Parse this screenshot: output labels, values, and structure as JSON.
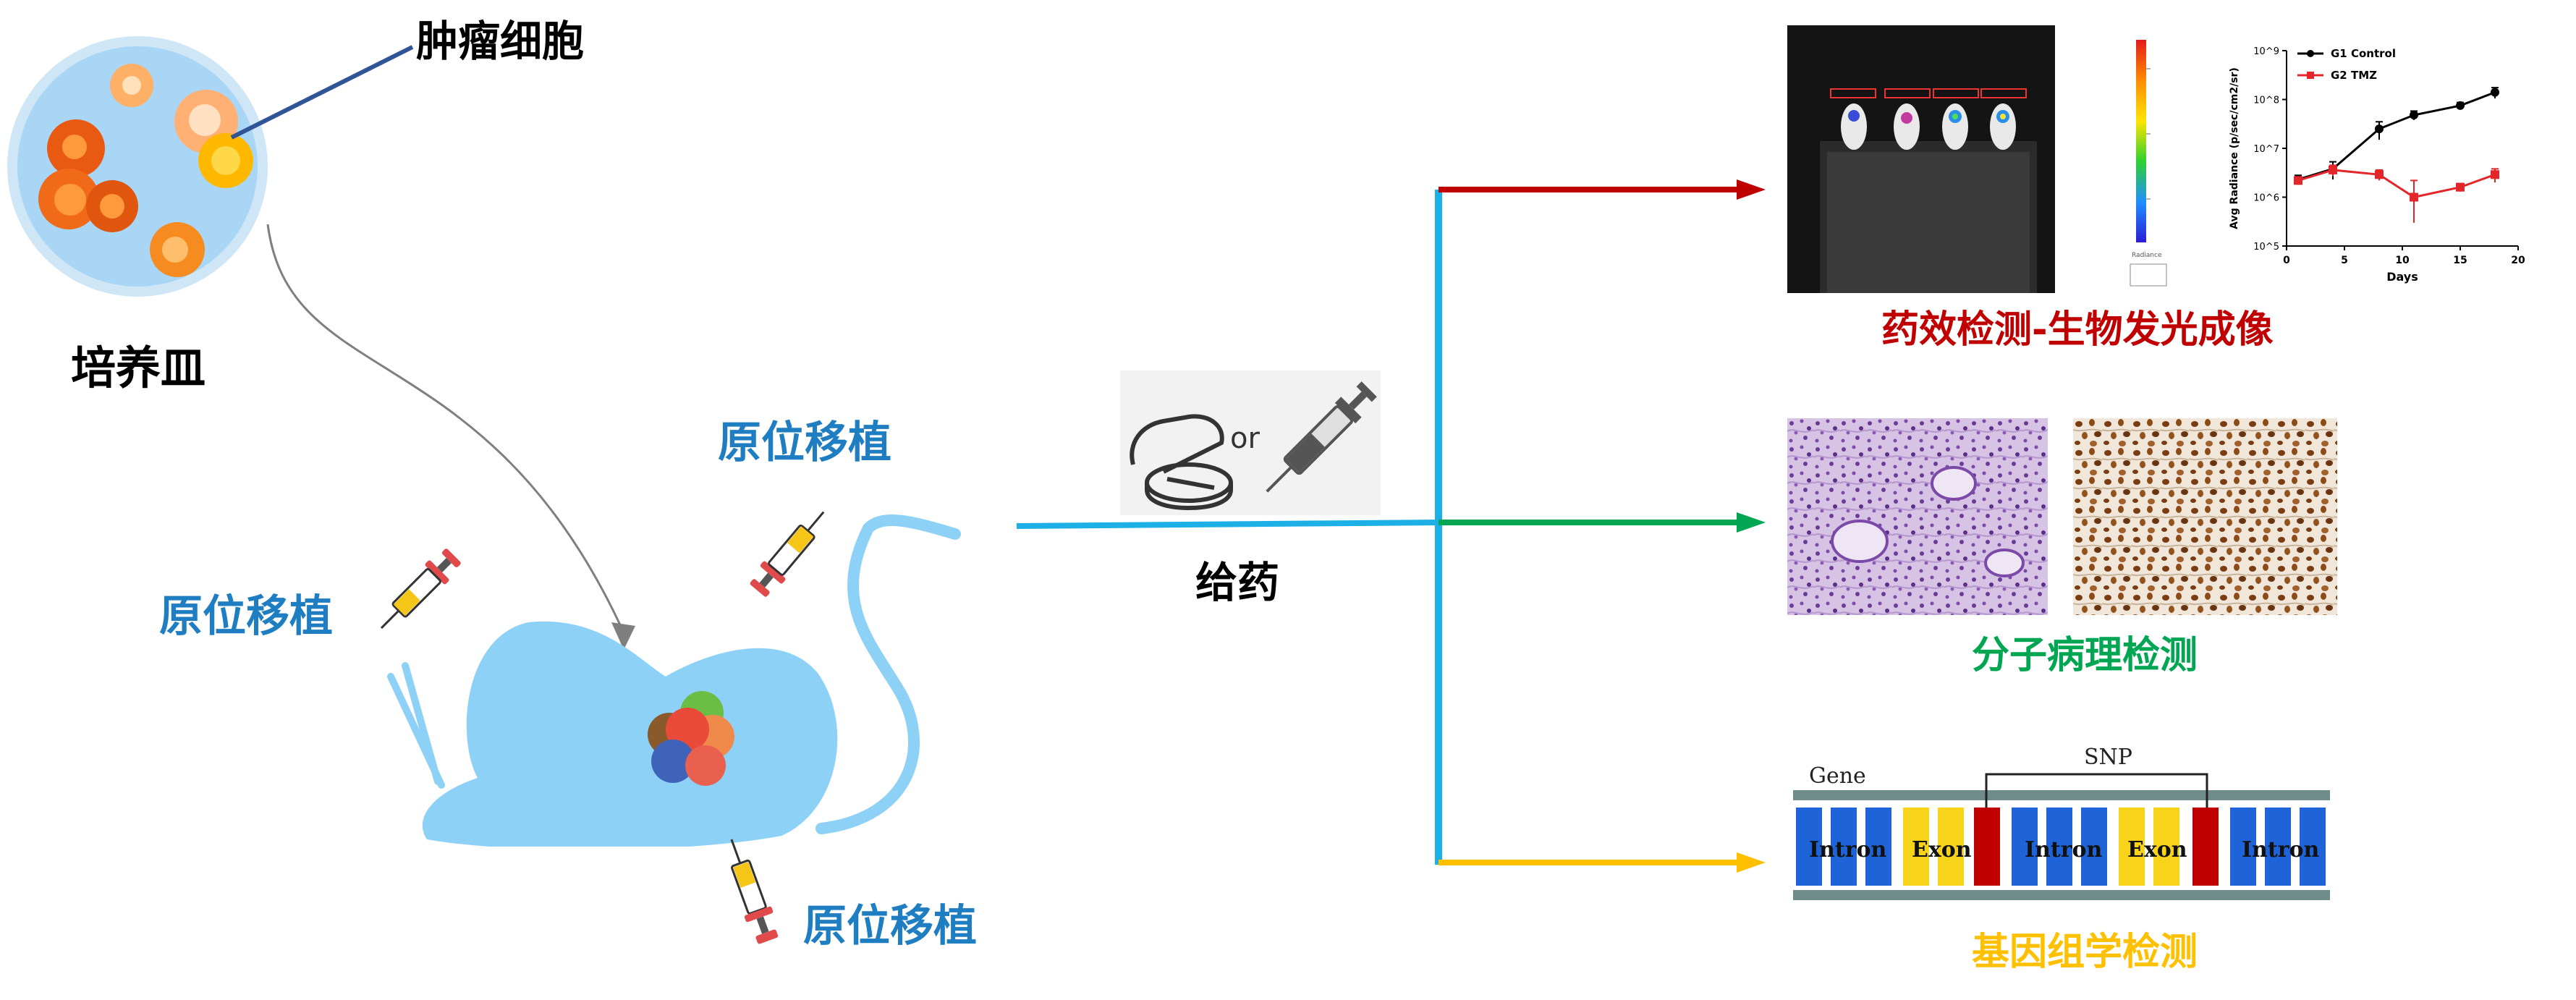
{
  "culture": {
    "tumor_cells_label": "肿瘤细胞",
    "dish_label": "培养皿"
  },
  "implant": {
    "label_top": "原位移植",
    "label_left": "原位移植",
    "label_bottom": "原位移植"
  },
  "dosing": {
    "or_text": "or",
    "label": "给药"
  },
  "colors": {
    "dish_fill": "#a9d6f5",
    "mouse_fill": "#8ed1f6",
    "trunk_line": "#1cb0e6",
    "pointer_line": "#2f5597",
    "arrow_red": "#c00000",
    "arrow_green": "#00a651",
    "arrow_yellow": "#ffc000",
    "implant_label": "#1f7ec2"
  },
  "branches": {
    "imaging": {
      "title": "药效检测-生物发光成像",
      "colorbar_label": "Radiance"
    },
    "pathology": {
      "title": "分子病理检测"
    },
    "genomics": {
      "title": "基因组学检测",
      "gene_label": "Gene",
      "snp_label": "SNP",
      "segments": [
        "Intron",
        "Exon",
        "Intron",
        "Exon",
        "Intron"
      ]
    }
  },
  "chart_data": {
    "type": "line",
    "xlabel": "Days",
    "ylabel": "Avg Radiance (p/sec/cm2/sr)",
    "xlim": [
      0,
      20
    ],
    "xticks": [
      "0",
      "5",
      "10",
      "15",
      "20"
    ],
    "ylim_log10": [
      5,
      9
    ],
    "yticks": [
      "10^5",
      "10^6",
      "10^7",
      "10^8",
      "10^9"
    ],
    "log_y": true,
    "legend_position": "top-left",
    "series": [
      {
        "name": "G1 Control",
        "color": "#000000",
        "marker": "circle",
        "x": [
          1,
          4,
          8,
          11,
          15,
          18
        ],
        "y": [
          2300000,
          3800000,
          25000000,
          48000000,
          75000000,
          140000000
        ],
        "err": [
          500000,
          1500000,
          10000000,
          10000000,
          12000000,
          35000000
        ]
      },
      {
        "name": "G2 TMZ",
        "color": "#e3262a",
        "marker": "square",
        "x": [
          1,
          4,
          8,
          11,
          15,
          18
        ],
        "y": [
          2200000,
          3600000,
          2900000,
          1000000,
          1600000,
          2900000
        ],
        "err": [
          400000,
          900000,
          700000,
          1200000,
          300000,
          900000
        ]
      }
    ]
  }
}
